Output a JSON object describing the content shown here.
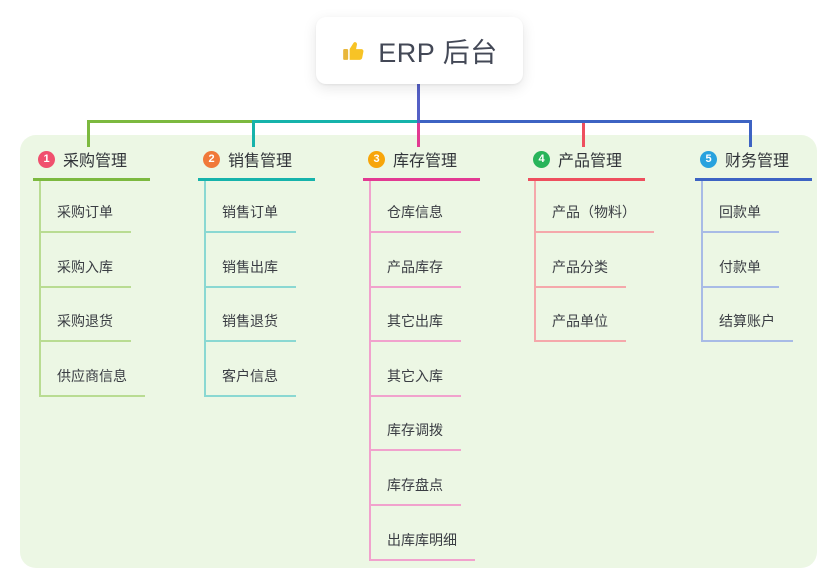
{
  "root": {
    "label": "ERP 后台",
    "icon": "thumbs-up-icon",
    "icon_color": "#f7c325"
  },
  "canvas": {
    "background": "#ffffff",
    "panel_background": "#ecf7e4"
  },
  "connectors": {
    "root_drop_color": "#5560c6"
  },
  "branches": [
    {
      "index": "1",
      "label": "采购管理",
      "badge_color": "#f0506e",
      "line_color": "#7cb93f",
      "child_line_color": "#b9dc92",
      "children": [
        "采购订单",
        "采购入库",
        "采购退货",
        "供应商信息"
      ]
    },
    {
      "index": "2",
      "label": "销售管理",
      "badge_color": "#f0793a",
      "line_color": "#16b3ab",
      "child_line_color": "#8ad8d2",
      "children": [
        "销售订单",
        "销售出库",
        "销售退货",
        "客户信息"
      ]
    },
    {
      "index": "3",
      "label": "库存管理",
      "badge_color": "#f7a50a",
      "line_color": "#e23a92",
      "child_line_color": "#f1a2cd",
      "children": [
        "仓库信息",
        "产品库存",
        "其它出库",
        "其它入库",
        "库存调拨",
        "库存盘点",
        "出库库明细"
      ]
    },
    {
      "index": "4",
      "label": "产品管理",
      "badge_color": "#28b45a",
      "line_color": "#ee4f5e",
      "child_line_color": "#f5a8ab",
      "children": [
        "产品（物料）",
        "产品分类",
        "产品单位"
      ]
    },
    {
      "index": "5",
      "label": "财务管理",
      "badge_color": "#28a2de",
      "line_color": "#3d63c3",
      "child_line_color": "#a8bbe6",
      "children": [
        "回款单",
        "付款单",
        "结算账户"
      ]
    }
  ]
}
